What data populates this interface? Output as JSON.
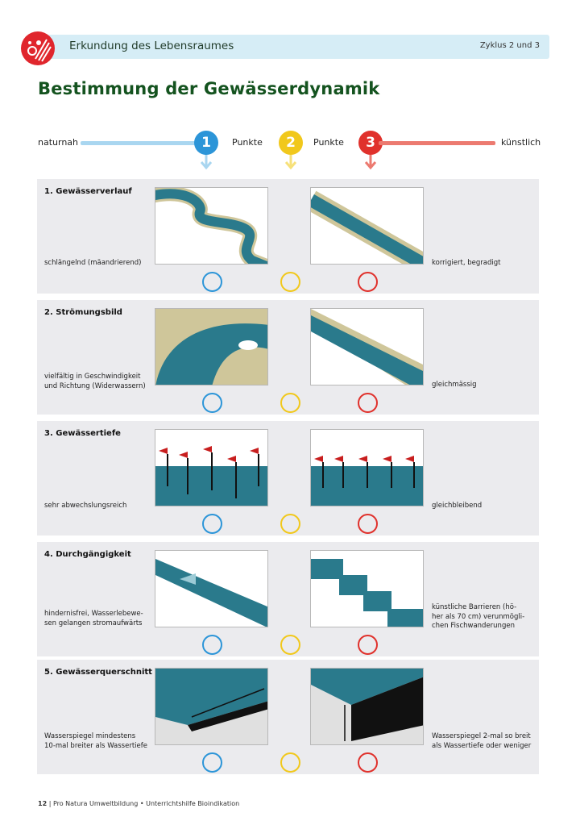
{
  "header": {
    "title": "Erkundung des Lebensraumes",
    "cycle": "Zyklus 2 und 3"
  },
  "page_title": "Bestimmung der Gewässerdynamik",
  "scale": {
    "left_label": "naturnah",
    "right_label": "künstlich",
    "points_label": "Punkte",
    "levels": [
      "1",
      "2",
      "3"
    ],
    "colors": {
      "blue": "#2c95d8",
      "yellow": "#f1c81c",
      "red": "#e0312c",
      "light_blue": "#a9d6f0",
      "light_red": "#ec7a70"
    }
  },
  "rows": [
    {
      "title": "1. Gewässerverlauf",
      "left_desc": "schlängelnd (mäandrierend)",
      "right_desc": "korrigiert, begradigt"
    },
    {
      "title": "2. Strömungsbild",
      "left_desc": "vielfältig in Geschwindigkeit\nund Richtung (Widerwassern)",
      "right_desc": "gleichmässig"
    },
    {
      "title": "3. Gewässertiefe",
      "left_desc": "sehr abwechslungsreich",
      "right_desc": "gleichbleibend"
    },
    {
      "title": "4. Durchgängigkeit",
      "left_desc": "hindernisfrei, Wasserlebewe-\nsen gelangen stromaufwärts",
      "right_desc": "künstliche Barrieren (hö-\nher als 70 cm) verunmögli-\nchen Fischwanderungen"
    },
    {
      "title": "5. Gewässerquerschnitt",
      "left_desc": "Wasserspiegel mindestens\n10-mal breiter als Wassertiefe",
      "right_desc": "Wasserspiegel 2-mal so breit\nals Wassertiefe oder weniger"
    }
  ],
  "footer": {
    "page_number": "12",
    "separator": "|",
    "text": "Pro Natura Umweltbildung • Unterrichtshilfe Bioindikation"
  }
}
